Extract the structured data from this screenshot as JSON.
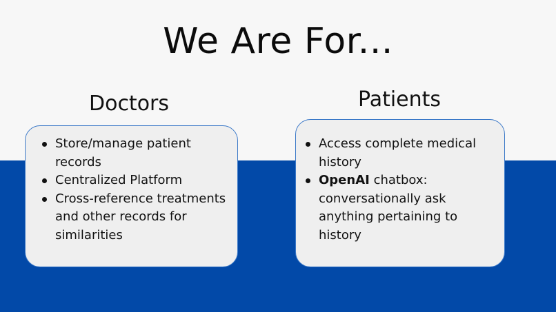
{
  "slide": {
    "title": "We Are For...",
    "columns": [
      {
        "heading": "Doctors",
        "bullets": [
          "Store/manage patient records",
          "Centralized Platform",
          "Cross-reference treatments and other records for similarities"
        ]
      },
      {
        "heading": "Patients",
        "bullets": [
          "Access complete medical history",
          {
            "strong": "OpenAI",
            "rest": " chatbox: conversationally ask anything pertaining to history"
          }
        ]
      }
    ]
  },
  "colors": {
    "background_top": "#f7f7f7",
    "background_bottom": "#0249a8",
    "card_fill": "#efefef",
    "card_border": "#3a78c8"
  }
}
